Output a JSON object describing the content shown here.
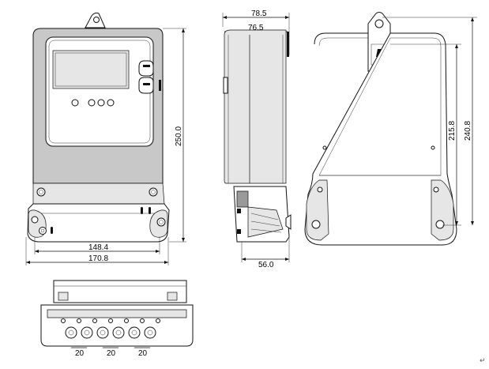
{
  "front_view": {
    "dim_width_inner": "148.4",
    "dim_width_outer": "170.8",
    "dim_height": "250.0"
  },
  "side_view": {
    "dim_depth_outer": "78.5",
    "dim_depth_inner": "76.5",
    "dim_terminal_depth": "56.0"
  },
  "rear_view": {
    "dim_hole_spacing": "215.8",
    "dim_total_height": "240.8"
  },
  "bottom_view": {
    "spacing_labels": [
      "20",
      "20",
      "20"
    ]
  },
  "paragraph_mark": "↵"
}
